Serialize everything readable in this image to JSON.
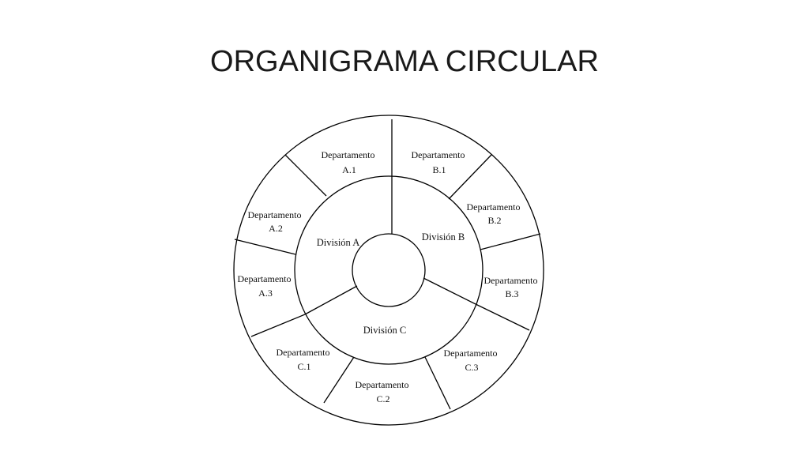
{
  "title": "ORGANIGRAMA CIRCULAR",
  "divisions": [
    {
      "id": "A",
      "label": "División A"
    },
    {
      "id": "B",
      "label": "División B"
    },
    {
      "id": "C",
      "label": "División C"
    }
  ],
  "departments": [
    {
      "id": "A1",
      "line1": "Departamento",
      "line2": "A.1"
    },
    {
      "id": "A2",
      "line1": "Departamento",
      "line2": "A.2"
    },
    {
      "id": "A3",
      "line1": "Departamento",
      "line2": "A.3"
    },
    {
      "id": "B1",
      "line1": "Departamento",
      "line2": "B.1"
    },
    {
      "id": "B2",
      "line1": "Departamento",
      "line2": "B.2"
    },
    {
      "id": "B3",
      "line1": "Departamento",
      "line2": "B.3"
    },
    {
      "id": "C1",
      "line1": "Departamento",
      "line2": "C.1"
    },
    {
      "id": "C2",
      "line1": "Departamento",
      "line2": "C.2"
    },
    {
      "id": "C3",
      "line1": "Departamento",
      "line2": "C.3"
    }
  ],
  "colors": {
    "line": "#000000",
    "text": "#111111",
    "background": "#ffffff"
  }
}
